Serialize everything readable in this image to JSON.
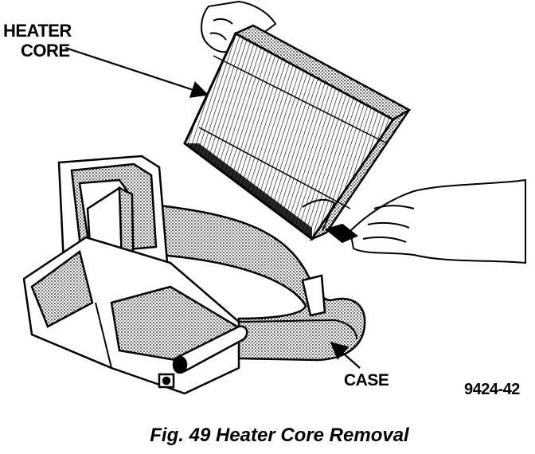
{
  "labels": {
    "heater_core_line1": "HEATER",
    "heater_core_line2": "CORE",
    "case": "CASE",
    "figure_code": "9424-42"
  },
  "caption": "Fig. 49 Heater Core Removal",
  "colors": {
    "ink": "#000000",
    "paper": "#ffffff"
  }
}
